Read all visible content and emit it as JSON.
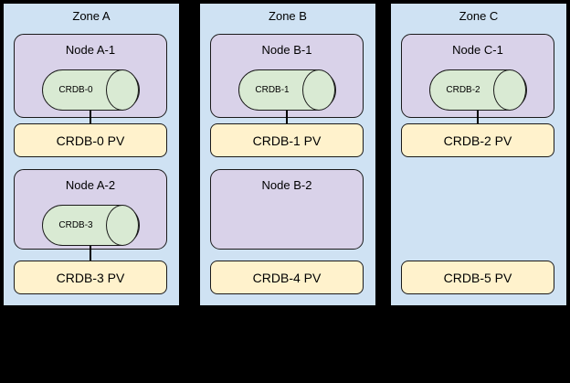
{
  "diagram": {
    "description": "CockroachDB zones, nodes, pods and persistent volumes topology",
    "colors": {
      "background": "#000000",
      "zone_fill": "#cfe2f3",
      "node_fill": "#d9d2e9",
      "cylinder_fill": "#d9ead3",
      "pv_fill": "#fff2cc",
      "border": "#000000"
    },
    "zones": [
      {
        "label": "Zone A",
        "nodes": [
          {
            "label": "Node A-1",
            "cylinder": "CRDB-0",
            "pv": "CRDB-0 PV",
            "connected": true
          },
          {
            "label": "Node A-2",
            "cylinder": "CRDB-3",
            "pv": "CRDB-3 PV",
            "connected": true
          }
        ]
      },
      {
        "label": "Zone B",
        "nodes": [
          {
            "label": "Node B-1",
            "cylinder": "CRDB-1",
            "pv": "CRDB-1 PV",
            "connected": true
          },
          {
            "label": "Node B-2",
            "cylinder": null,
            "pv": "CRDB-4 PV",
            "connected": false
          }
        ]
      },
      {
        "label": "Zone C",
        "nodes": [
          {
            "label": "Node C-1",
            "cylinder": "CRDB-2",
            "pv": "CRDB-2 PV",
            "connected": true
          },
          {
            "label": null,
            "cylinder": null,
            "pv": "CRDB-5 PV",
            "connected": false
          }
        ]
      }
    ]
  }
}
